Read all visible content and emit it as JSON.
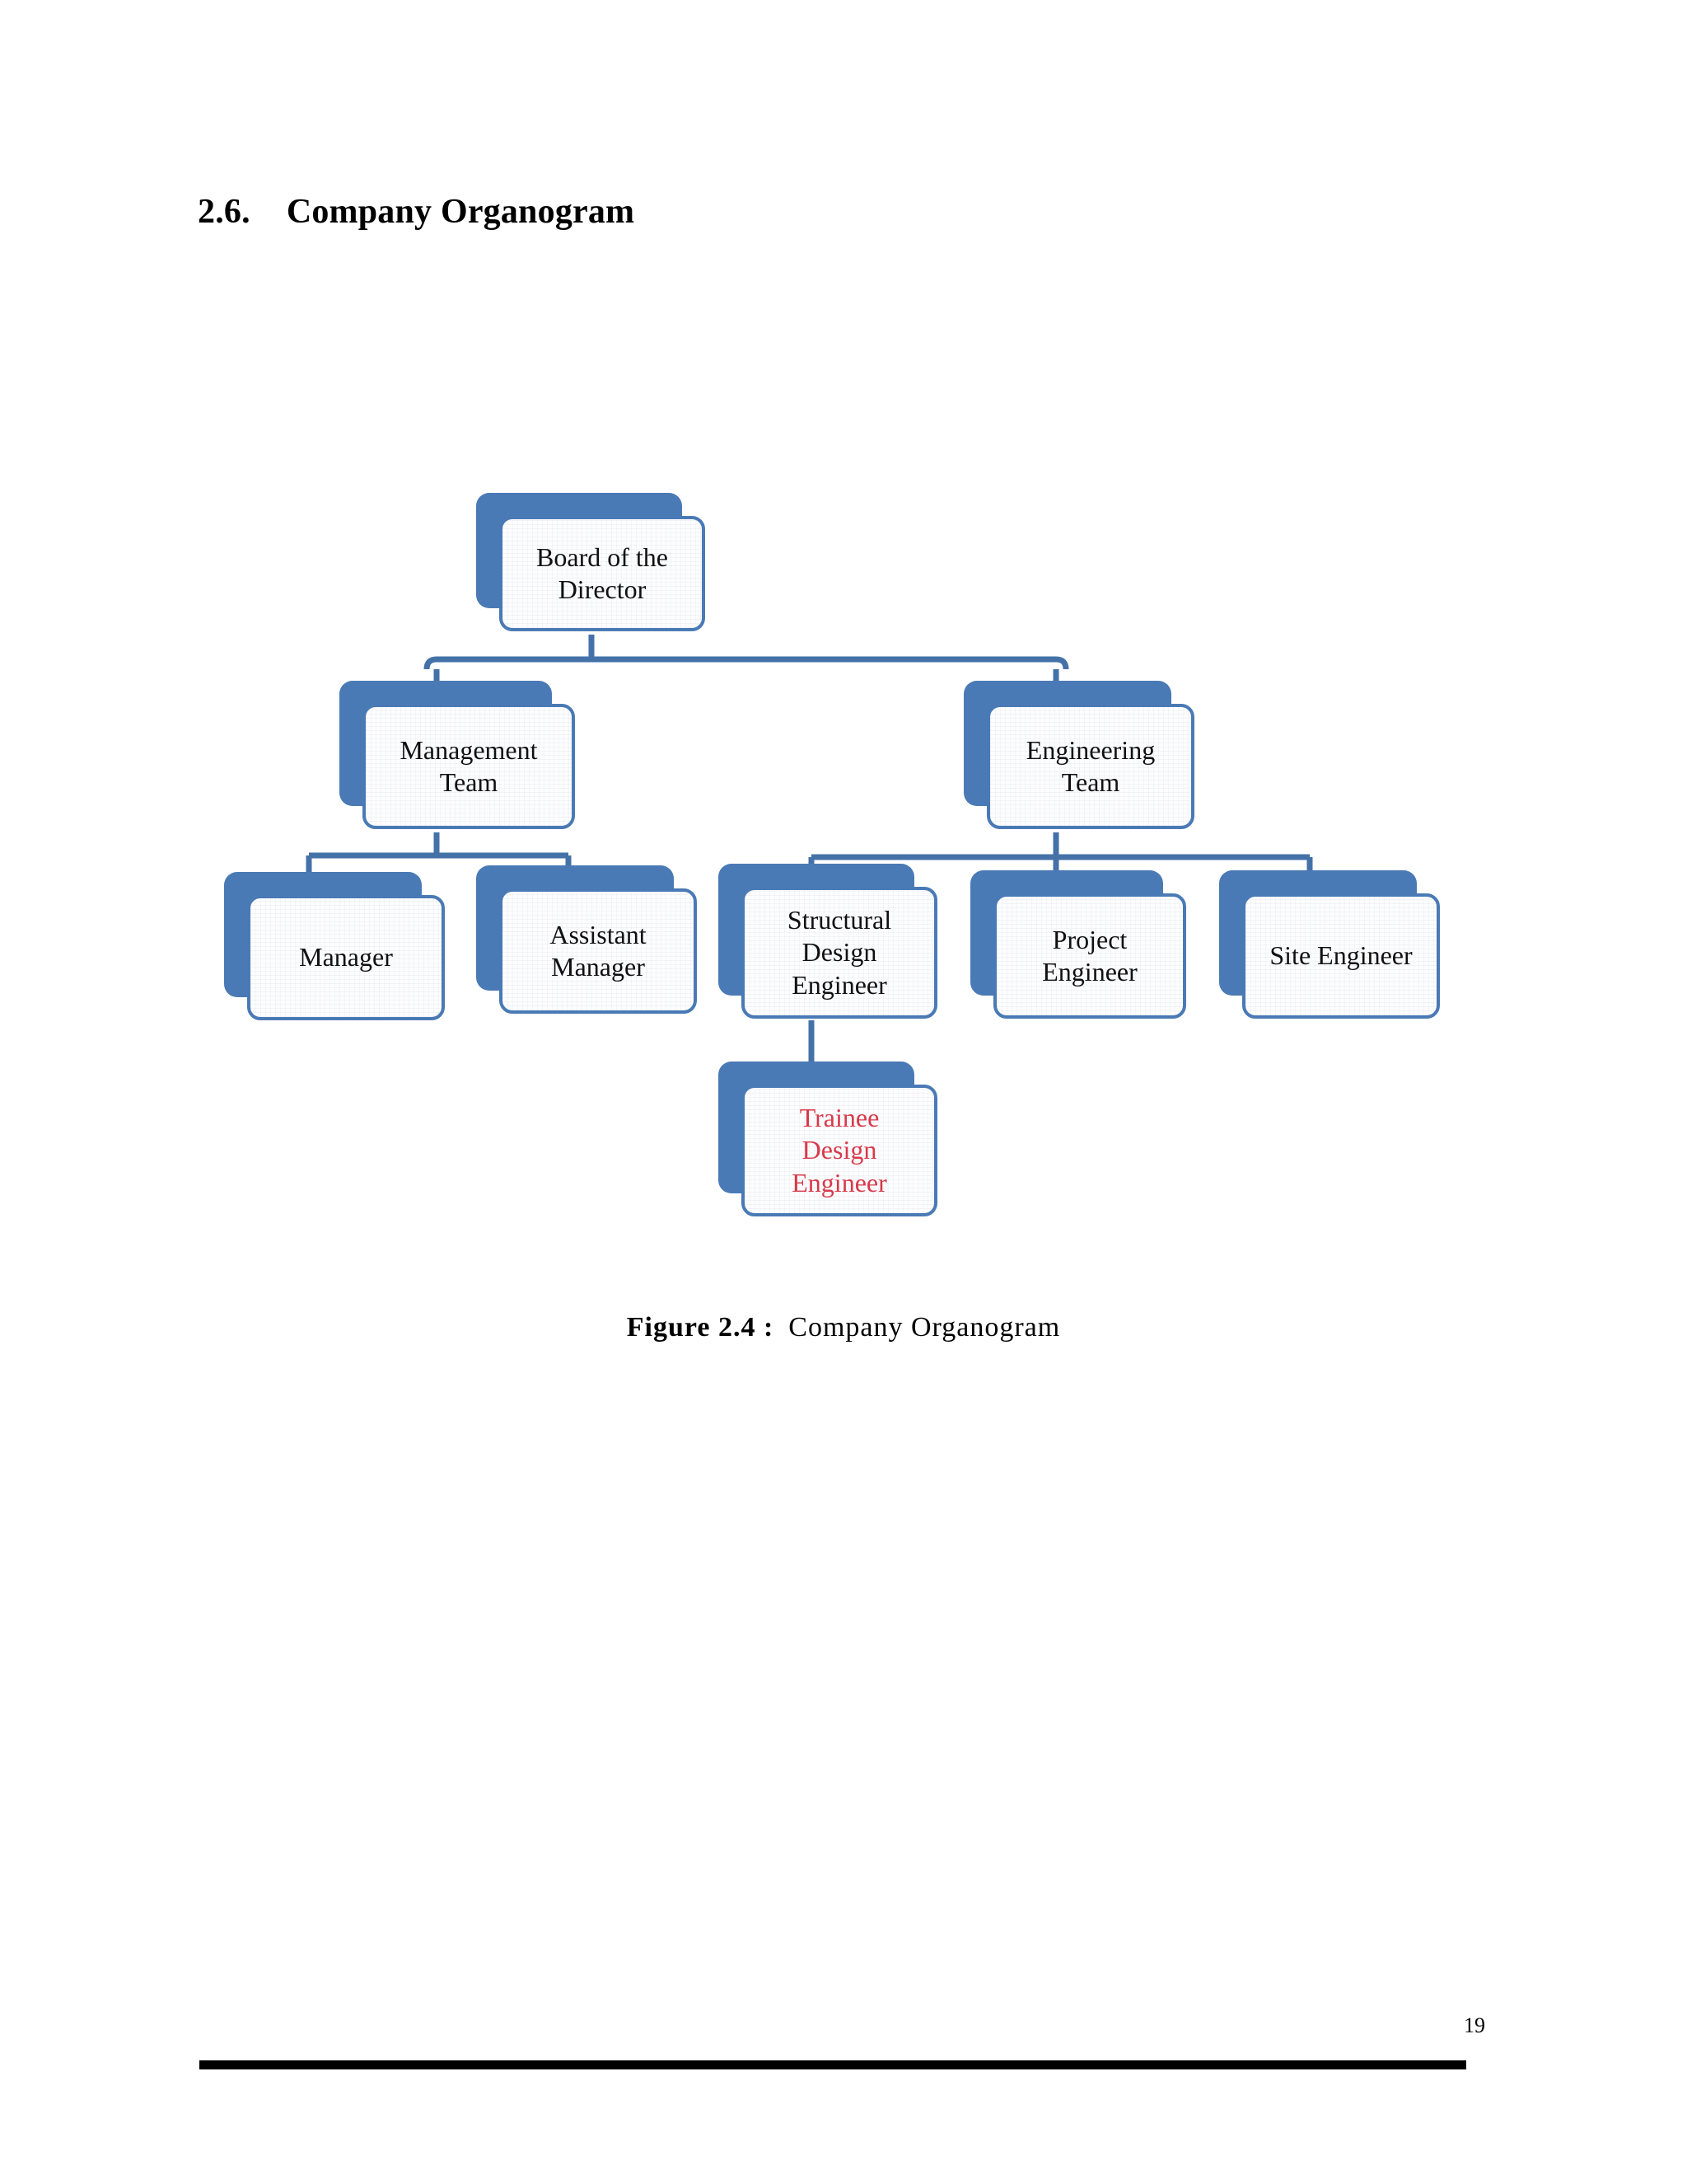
{
  "heading": {
    "number": "2.6.",
    "title": "Company Organogram"
  },
  "organogram": {
    "nodes": [
      {
        "id": "board",
        "label": "Board of the\nDirector"
      },
      {
        "id": "management-team",
        "label": "Management\nTeam"
      },
      {
        "id": "engineering-team",
        "label": "Engineering\nTeam"
      },
      {
        "id": "manager",
        "label": "Manager"
      },
      {
        "id": "assistant-manager",
        "label": "Assistant\nManager"
      },
      {
        "id": "structural-design-engineer",
        "label": "Structural\nDesign\nEngineer"
      },
      {
        "id": "project-engineer",
        "label": "Project\nEngineer"
      },
      {
        "id": "site-engineer",
        "label": "Site Engineer"
      },
      {
        "id": "trainee-design-engineer",
        "label": "Trainee\nDesign\nEngineer"
      }
    ],
    "edges": [
      {
        "from": "board",
        "to": "management-team"
      },
      {
        "from": "board",
        "to": "engineering-team"
      },
      {
        "from": "management-team",
        "to": "manager"
      },
      {
        "from": "management-team",
        "to": "assistant-manager"
      },
      {
        "from": "engineering-team",
        "to": "structural-design-engineer"
      },
      {
        "from": "engineering-team",
        "to": "project-engineer"
      },
      {
        "from": "engineering-team",
        "to": "site-engineer"
      },
      {
        "from": "structural-design-engineer",
        "to": "trainee-design-engineer"
      }
    ],
    "colors": {
      "box_blue": "#4a7ab5",
      "connector_blue": "#4472a8",
      "text_dark": "#101010",
      "text_accent": "#d8394a"
    }
  },
  "caption": {
    "label": "Figure 2.4 :",
    "text": "Company Organogram"
  },
  "footer": {
    "page_number": "19"
  }
}
